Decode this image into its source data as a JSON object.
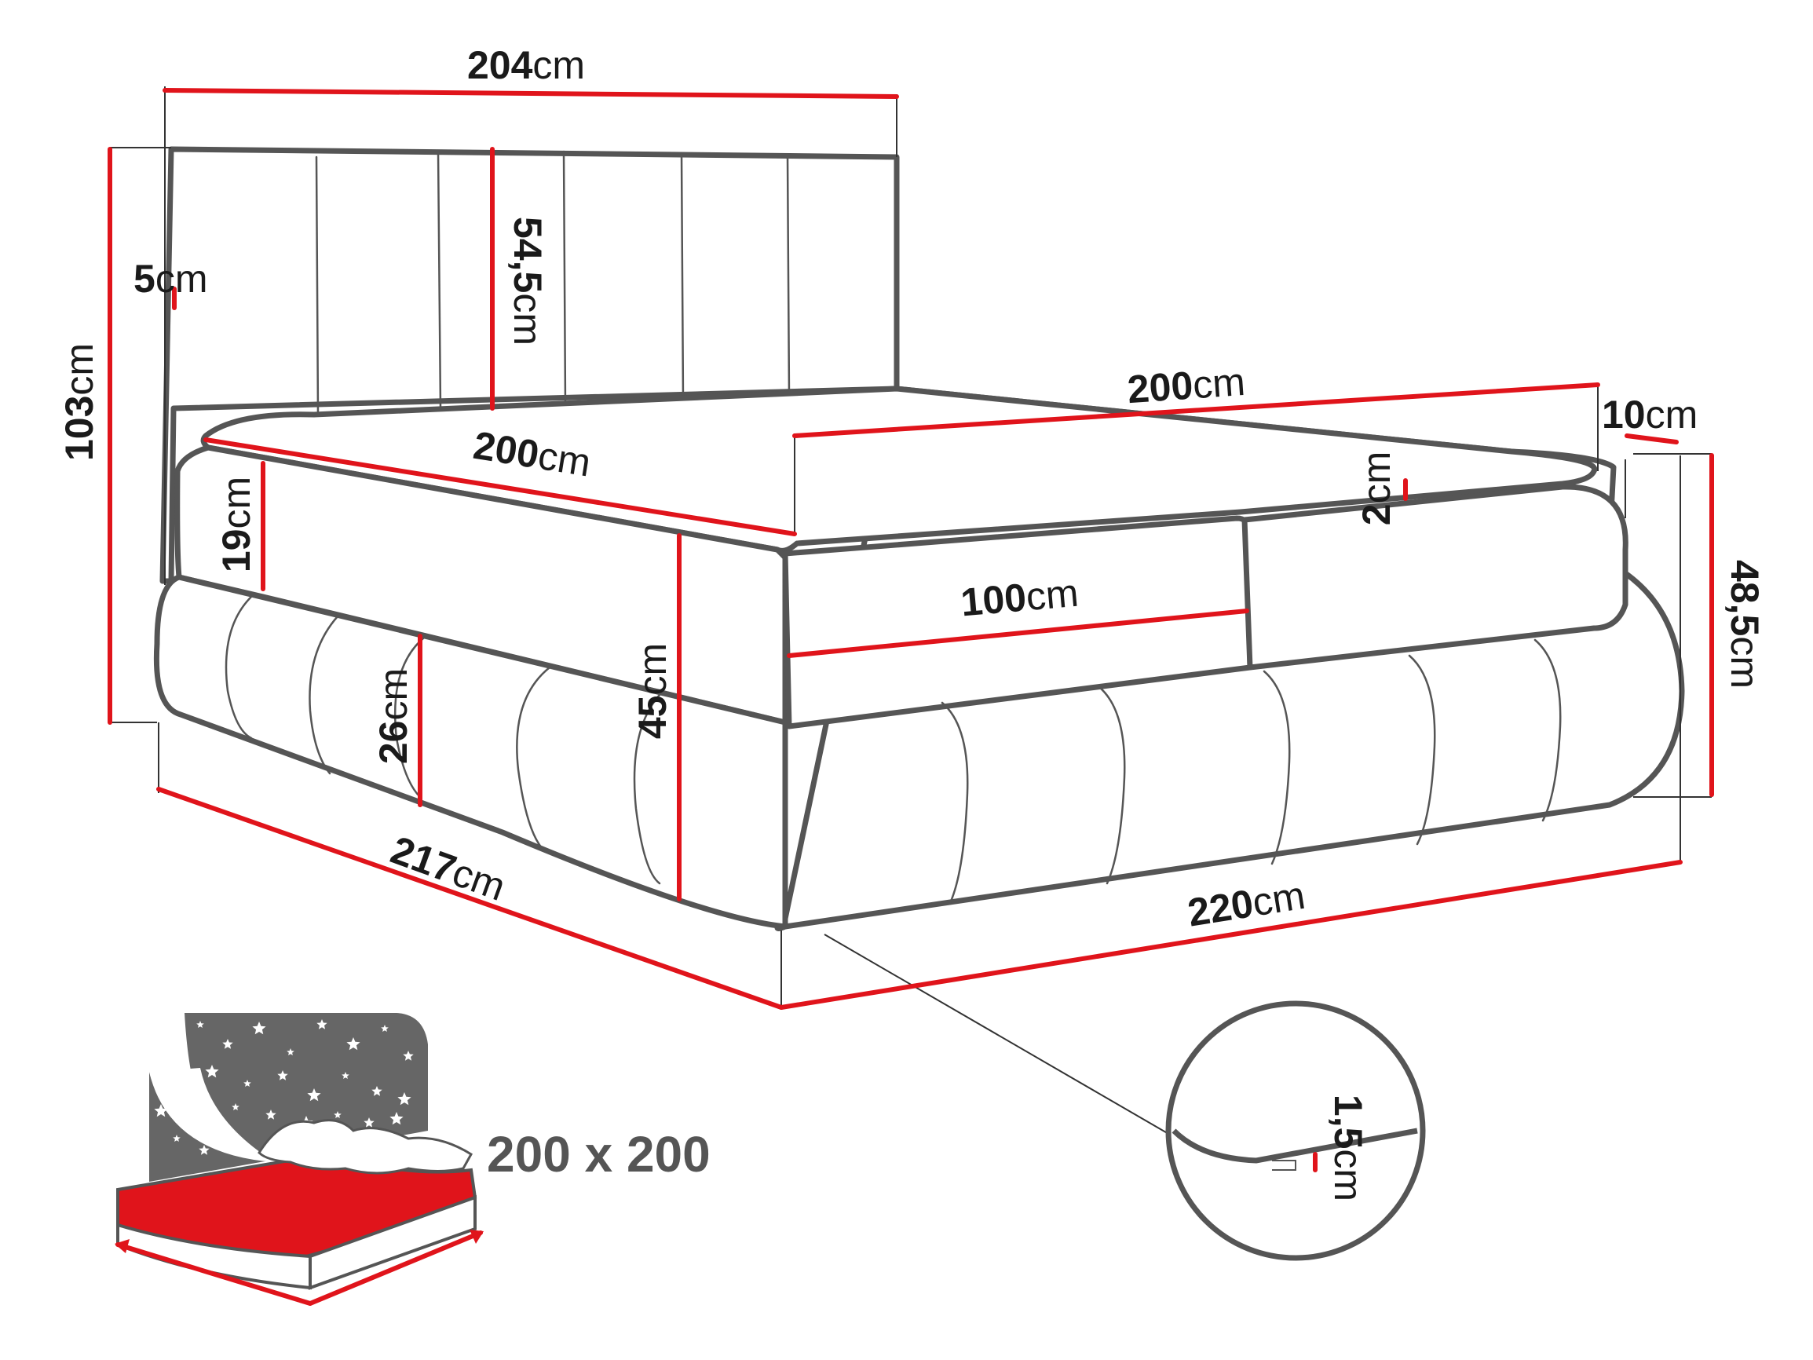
{
  "colors": {
    "outline": "#555555",
    "dimension_line": "#e0141b",
    "text": "#1a1a1a",
    "mattress_icon_fill": "#e0141b",
    "star_panel": "#666666",
    "size_label": "#555555"
  },
  "unit": "cm",
  "dimensions": {
    "headboard_width": "204",
    "total_height": "103",
    "headboard_panel_thickness": "5",
    "headboard_visible_height": "54,5",
    "topper_width": "200",
    "topper_length": "200",
    "topper_thickness": "10",
    "topper_gap": "2",
    "mattress_height": "19",
    "base_height": "26",
    "mattress_base_height": "45",
    "mattress_half_width": "100",
    "bed_side_height": "48,5",
    "bed_length": "217",
    "bed_width": "220",
    "foot_height": "1,5"
  },
  "sleeping_area": {
    "label": "200 x 200",
    "icon": "starry-night-mattress-icon"
  }
}
